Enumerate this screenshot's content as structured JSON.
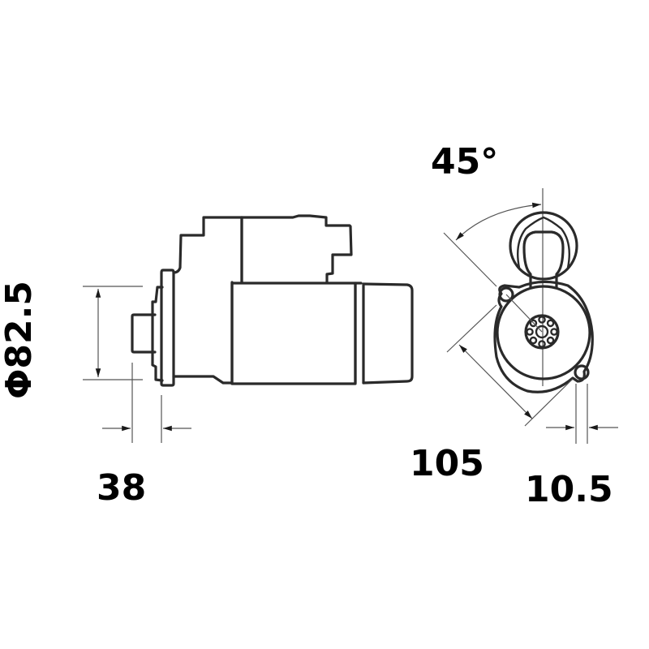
{
  "drawing": {
    "title": "Starter motor dimensional drawing",
    "line_color": "#2a2a2a",
    "dimension_line_color": "#555555",
    "background": "#ffffff"
  },
  "dimensions": {
    "flange_diameter": "Φ82.5",
    "flange_to_pinion": "38",
    "mounting_hole_spacing": "105",
    "hole_offset": "10.5",
    "solenoid_angle": "45°"
  },
  "views": {
    "side_view": "side-view",
    "front_view": "front-view"
  }
}
